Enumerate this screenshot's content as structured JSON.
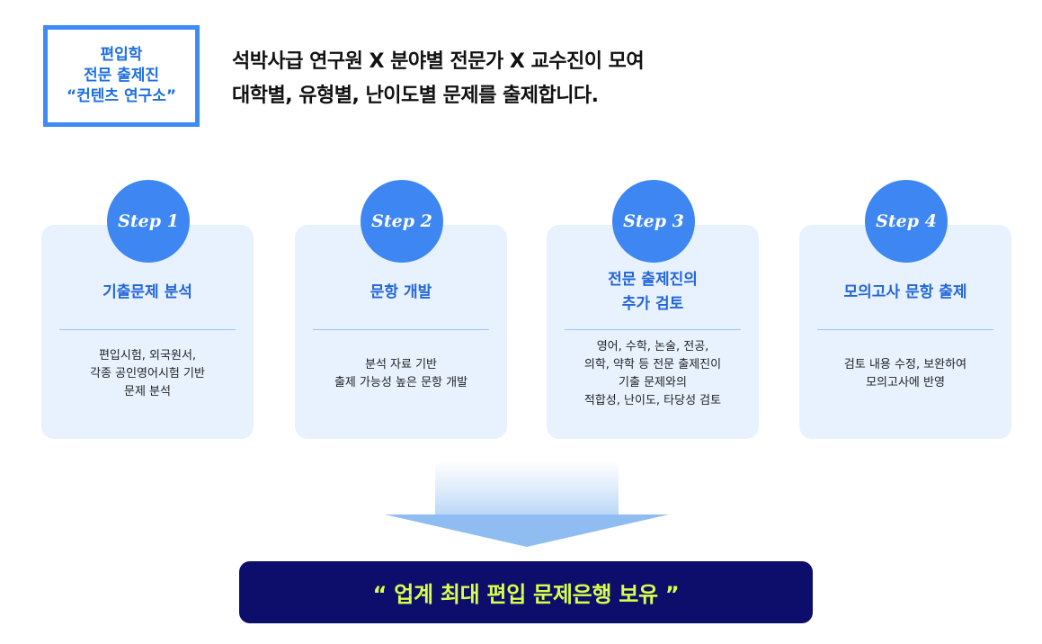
{
  "label_box": {
    "line1": "편입학",
    "line2": "전문 출제진",
    "line3": "“컨텐츠 연구소”"
  },
  "headline": {
    "line1": "석박사급 연구원 X 분야별 전문가 X 교수진이 모여",
    "line2": "대학별, 유형별, 난이도별 문제를 출제합니다."
  },
  "steps": [
    {
      "badge": "Step 1",
      "title": "기출문제 분석",
      "desc": "편입시험, 외국원서,\n각종 공인영어시험 기반\n문제 분석"
    },
    {
      "badge": "Step 2",
      "title": "문항 개발",
      "desc": "분석 자료 기반\n출제 가능성 높은 문항 개발"
    },
    {
      "badge": "Step 3",
      "title": "전문 출제진의\n추가 검토",
      "desc": "영어, 수학, 논술, 전공,\n의학, 약학 등 전문 출제진이\n기출 문제와의\n적합성, 난이도, 타당성 검토"
    },
    {
      "badge": "Step 4",
      "title": "모의고사 문항 출제",
      "desc": "검토 내용 수정, 보완하여\n모의고사에 반영"
    }
  ],
  "banner": {
    "text": "“ 업계 최대 편입 문제은행 보유 ”"
  },
  "colors": {
    "accent_blue": "#3e86f1",
    "card_bg": "#e8f2ff",
    "banner_bg": "#0d0d6b",
    "banner_text": "#d8ff4c"
  }
}
